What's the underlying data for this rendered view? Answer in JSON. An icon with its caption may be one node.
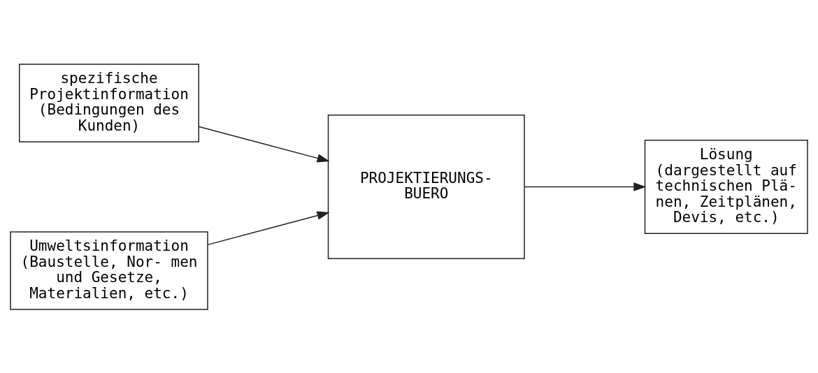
{
  "diagram": {
    "nodes": [
      {
        "text": [
          "spezifische Projektinformation (Bedingungen des Kunden)"
        ]
      },
      {
        "text": [
          "Umweltsinformation (Baustelle, Nor- men und Gesetze, Materialien, etc.)"
        ]
      },
      {
        "text": [
          "PROJEKTIERUNGS- BUERO"
        ]
      },
      {
        "text": [
          "Lösung (dargestellt auf technischen Plä- nen, Zeitplänen, Devis, etc.)"
        ]
      }
    ],
    "edges": [
      {
        "from": 0,
        "to": 2,
        "arrow": "to"
      },
      {
        "from": 1,
        "to": 2,
        "arrow": "to"
      },
      {
        "from": 2,
        "to": 3,
        "arrow": "to"
      }
    ]
  }
}
